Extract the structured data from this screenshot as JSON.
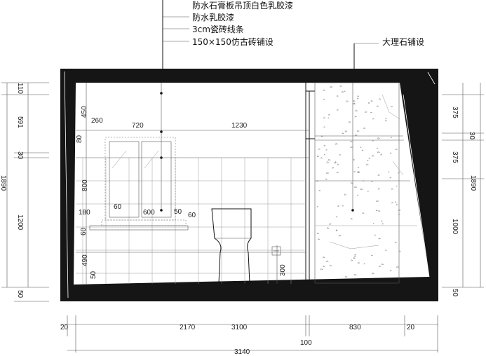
{
  "annotations": {
    "ceiling_paint": "防水石膏板吊顶白色乳胶漆",
    "wall_paint": "防水乳胶漆",
    "tile_trim": "3cm瓷砖线条",
    "antique_tile": "150×150仿古砖铺设",
    "marble": "大理石铺设"
  },
  "dims_top": {
    "d260": "260",
    "d720": "720",
    "d1230": "1230",
    "d80a": "80"
  },
  "dims_inner": {
    "d450": "450",
    "d800": "800",
    "d180": "180",
    "d60a": "60",
    "d600": "600",
    "d50a": "50",
    "d60b": "60",
    "d60c": "60",
    "d490": "490",
    "d50b": "50",
    "d300": "300"
  },
  "dims_left": {
    "d110": "110",
    "d591": "591",
    "d30": "30",
    "d1890": "1890",
    "d1200": "1200",
    "d50": "50"
  },
  "dims_right": {
    "d375a": "375",
    "d30": "30",
    "d375b": "375",
    "d1890": "1890",
    "d1000": "1000",
    "d50": "50"
  },
  "dims_bottom": {
    "d20a": "20",
    "d2170": "2170",
    "d3100": "3100",
    "d100": "100",
    "d830": "830",
    "d20b": "20",
    "d3140": "3140"
  }
}
